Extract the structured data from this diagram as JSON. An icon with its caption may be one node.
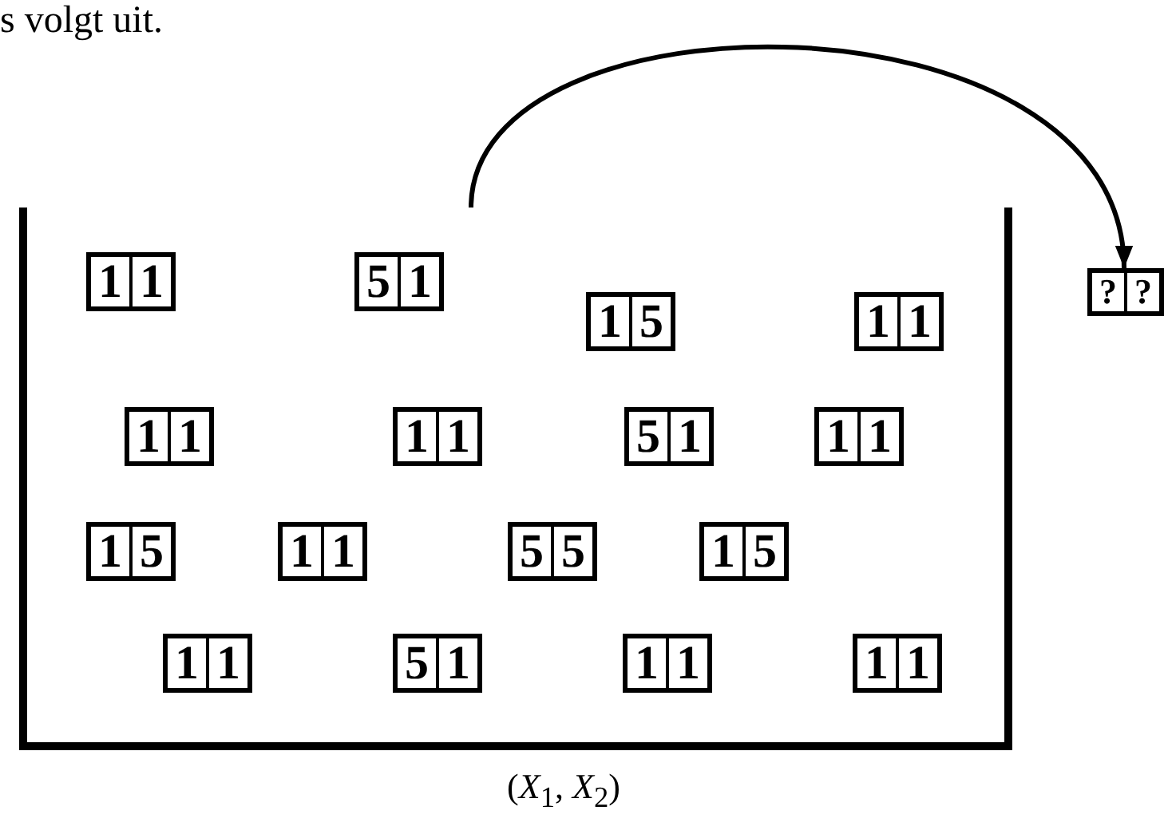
{
  "diagram": {
    "nodes": [
      {
        "text": [],
        "shape": "box",
        "beside": [
          "(*X*$_{1}$, *X*$_{2}$)"
        ]
      },
      {
        "text": [
          "1",
          "1"
        ],
        "in": 0
      },
      {
        "text": [
          "5",
          "1"
        ],
        "in": 0
      },
      {
        "text": [
          "1",
          "5"
        ],
        "in": 0
      },
      {
        "text": [
          "1",
          "1"
        ],
        "in": 0
      },
      {
        "text": [
          "1",
          "1"
        ],
        "in": 0
      },
      {
        "text": [
          "1",
          "1"
        ],
        "in": 0
      },
      {
        "text": [
          "5",
          "1"
        ],
        "in": 0
      },
      {
        "text": [
          "1",
          "1"
        ],
        "in": 0
      },
      {
        "text": [
          "1",
          "5"
        ],
        "in": 0
      },
      {
        "text": [
          "1",
          "1"
        ],
        "in": 0
      },
      {
        "text": [
          "5",
          "5"
        ],
        "in": 0
      },
      {
        "text": [
          "1",
          "5"
        ],
        "in": 0
      },
      {
        "text": [
          "1",
          "1"
        ],
        "in": 0
      },
      {
        "text": [
          "5",
          "1"
        ],
        "in": 0
      },
      {
        "text": [
          "1",
          "1"
        ],
        "in": 0
      },
      {
        "text": [
          "1",
          "1"
        ],
        "in": 0
      },
      {
        "text": [
          "?",
          "?"
        ]
      }
    ],
    "edges": [
      {
        "from": 0,
        "to": 17,
        "arrow": "to"
      }
    ],
    "labels": [
      "s volgt uit."
    ]
  }
}
